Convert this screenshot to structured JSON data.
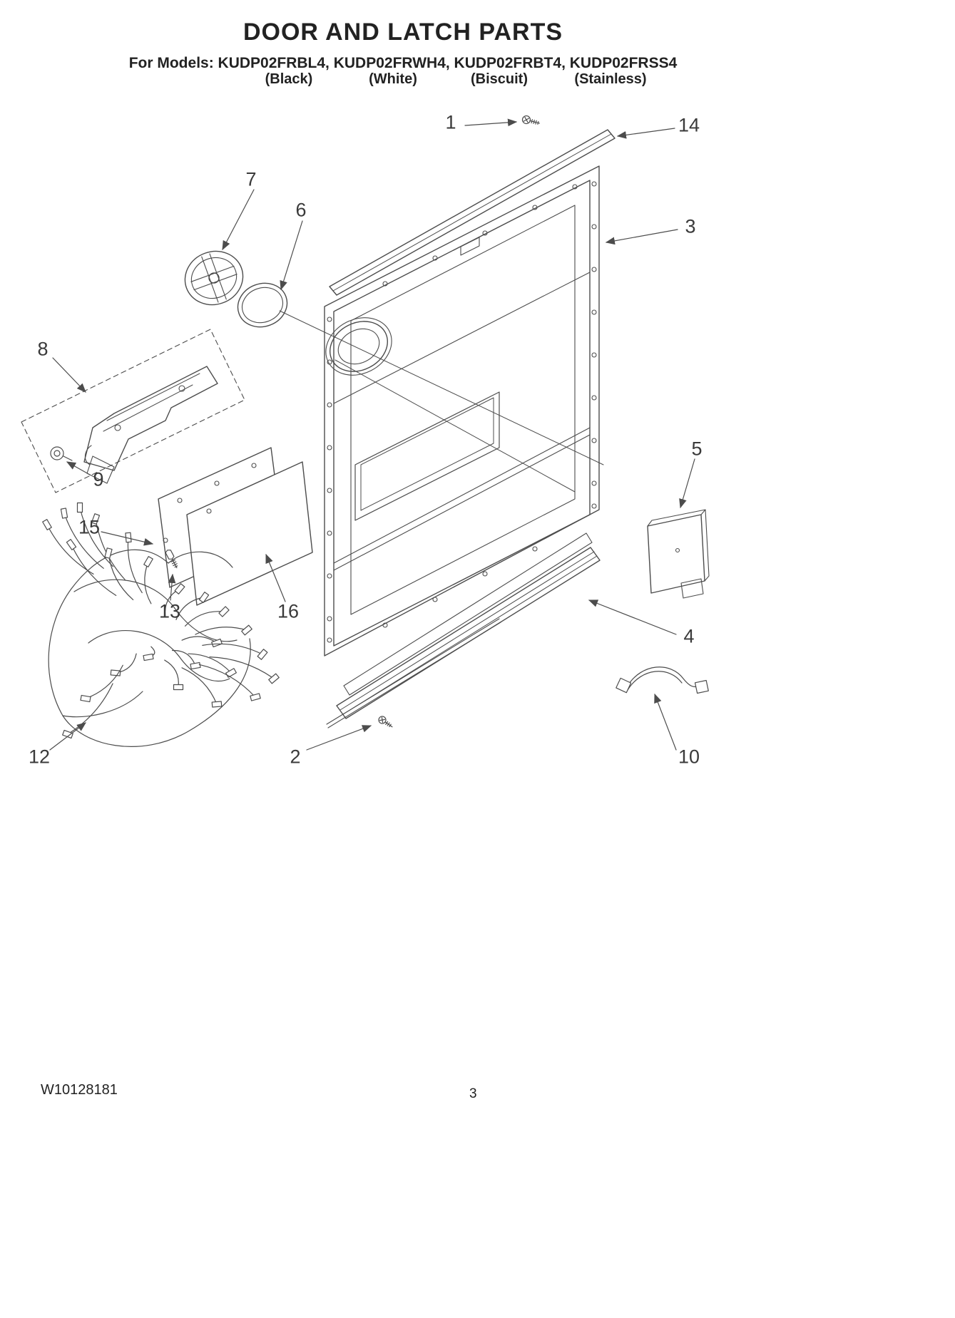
{
  "page": {
    "title": "DOOR AND LATCH PARTS",
    "models_line": "For Models: KUDP02FRBL4, KUDP02FRWH4, KUDP02FRBT4, KUDP02FRSS4",
    "model_colors": [
      "(Black)",
      "(White)",
      "(Biscuit)",
      "(Stainless)"
    ],
    "footer": {
      "doc_number": "W10128181",
      "page_number": "3"
    }
  },
  "diagram": {
    "type": "exploded-parts-diagram",
    "description": "Dishwasher door and latch exploded view line drawing",
    "ink_color": "#4c4c4c",
    "callouts": [
      {
        "number": "1",
        "part": "top-screw"
      },
      {
        "number": "14",
        "part": "top-trim-strip"
      },
      {
        "number": "7",
        "part": "vent-grille"
      },
      {
        "number": "6",
        "part": "vent-ring"
      },
      {
        "number": "3",
        "part": "outer-door-panel"
      },
      {
        "number": "8",
        "part": "door-latch-assembly"
      },
      {
        "number": "9",
        "part": "latch-grommet"
      },
      {
        "number": "5",
        "part": "control-bracket"
      },
      {
        "number": "15",
        "part": "inner-access-panel"
      },
      {
        "number": "13",
        "part": "panel-screw"
      },
      {
        "number": "16",
        "part": "access-cover-panel"
      },
      {
        "number": "4",
        "part": "bottom-trim-strip"
      },
      {
        "number": "12",
        "part": "wire-harness"
      },
      {
        "number": "2",
        "part": "bottom-screw"
      },
      {
        "number": "10",
        "part": "jumper-harness"
      }
    ]
  }
}
